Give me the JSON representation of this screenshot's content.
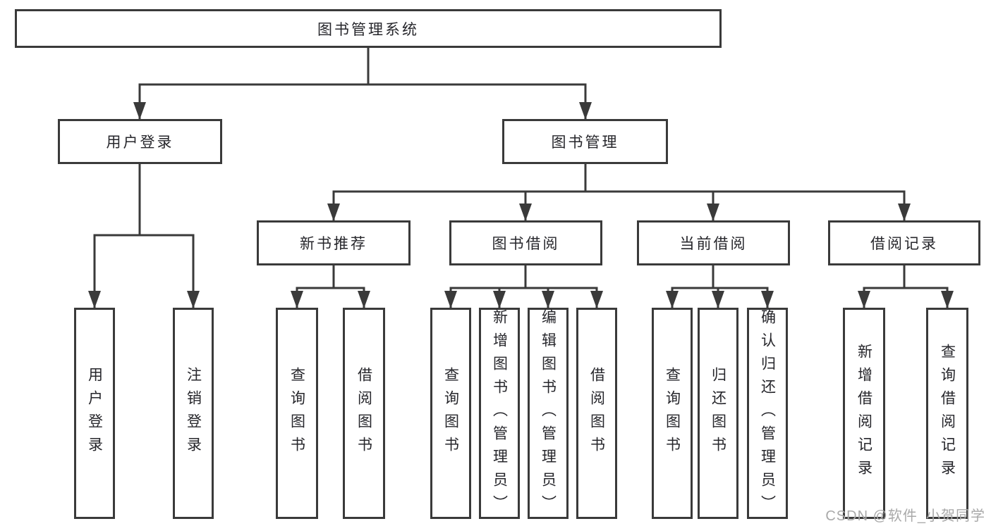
{
  "colors": {
    "line": "#3a3a3a",
    "box_border": "#3a3a3a",
    "text": "#26262b",
    "background": "#ffffff",
    "watermark": "#a9a9a9"
  },
  "watermark": {
    "text": "CSDN @软件_小贺同学"
  },
  "tree": {
    "root": {
      "label": "图书管理系统",
      "children": [
        {
          "label": "用户登录",
          "children": [
            {
              "label": "用户登录"
            },
            {
              "label": "注销登录"
            }
          ]
        },
        {
          "label": "图书管理",
          "children": [
            {
              "label": "新书推荐",
              "children": [
                {
                  "label": "查询图书"
                },
                {
                  "label": "借阅图书"
                }
              ]
            },
            {
              "label": "图书借阅",
              "children": [
                {
                  "label": "查询图书"
                },
                {
                  "label": "新增图书（管理员）"
                },
                {
                  "label": "编辑图书（管理员）"
                },
                {
                  "label": "借阅图书"
                }
              ]
            },
            {
              "label": "当前借阅",
              "children": [
                {
                  "label": "查询图书"
                },
                {
                  "label": "归还图书"
                },
                {
                  "label": "确认归还（管理员）"
                }
              ]
            },
            {
              "label": "借阅记录",
              "children": [
                {
                  "label": "新增借阅记录"
                },
                {
                  "label": "查询借阅记录"
                }
              ]
            }
          ]
        }
      ]
    }
  }
}
